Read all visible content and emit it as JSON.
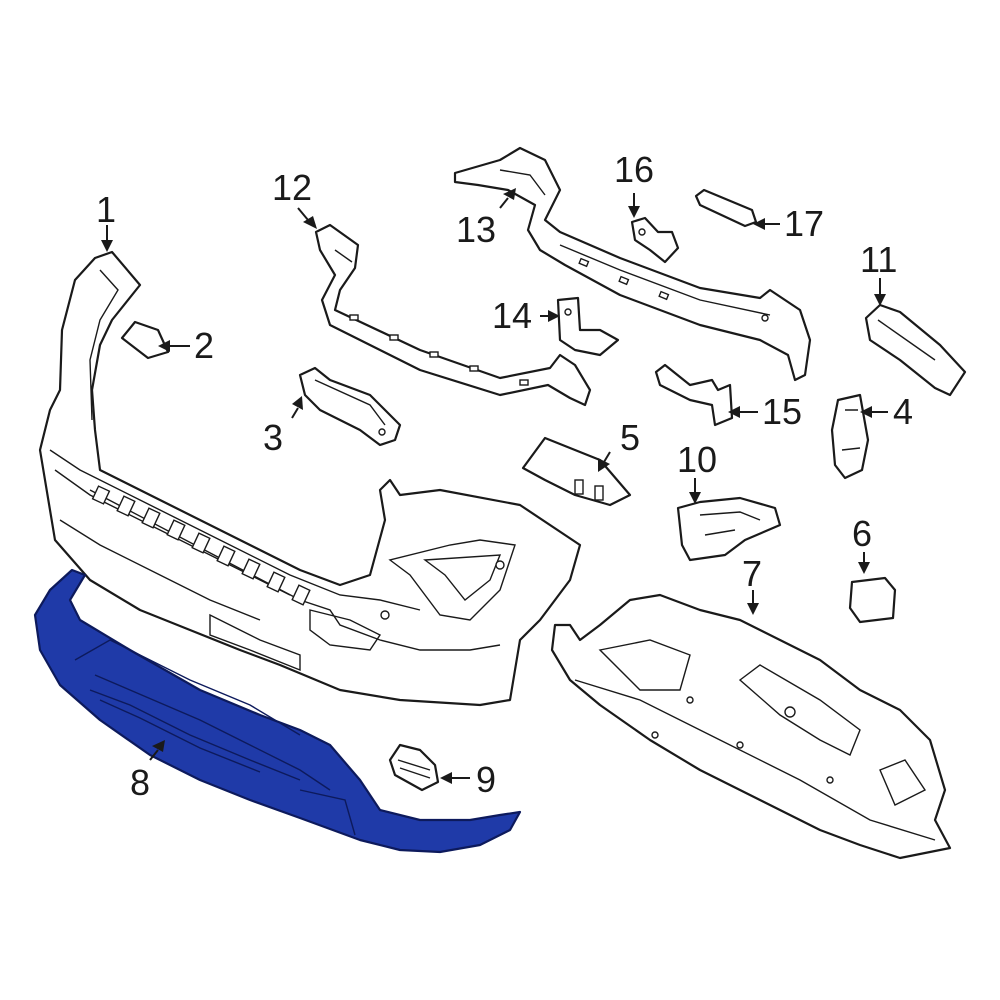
{
  "diagram": {
    "highlight_color": "#1f3aa8",
    "line_color": "#1a1a1a",
    "background": "#ffffff",
    "callouts": {
      "c1": "1",
      "c2": "2",
      "c3": "3",
      "c4": "4",
      "c5": "5",
      "c6": "6",
      "c7": "7",
      "c8": "8",
      "c9": "9",
      "c10": "10",
      "c11": "11",
      "c12": "12",
      "c13": "13",
      "c14": "14",
      "c15": "15",
      "c16": "16",
      "c17": "17"
    },
    "highlighted_part": "8"
  }
}
